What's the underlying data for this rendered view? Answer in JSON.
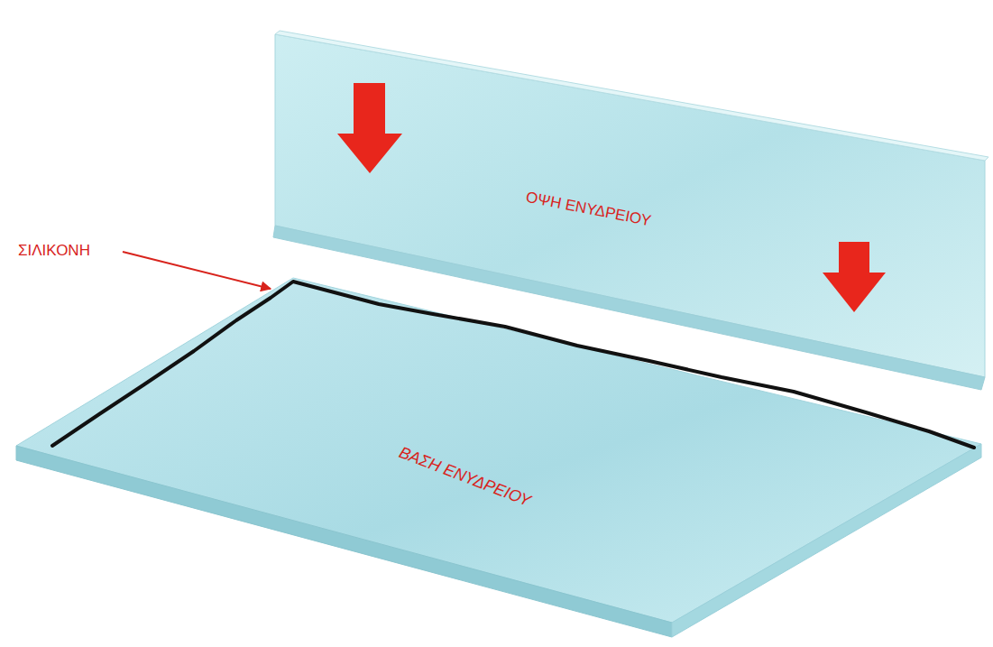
{
  "diagram": {
    "labels": [
      "ΣΙΛΙΚΟΝΗ",
      "ΟΨΗ ΕΝΥΔΡΕΙΟΥ",
      "ΒΑΣΗ ΕΝΥΔΡΕΙΟΥ"
    ]
  }
}
